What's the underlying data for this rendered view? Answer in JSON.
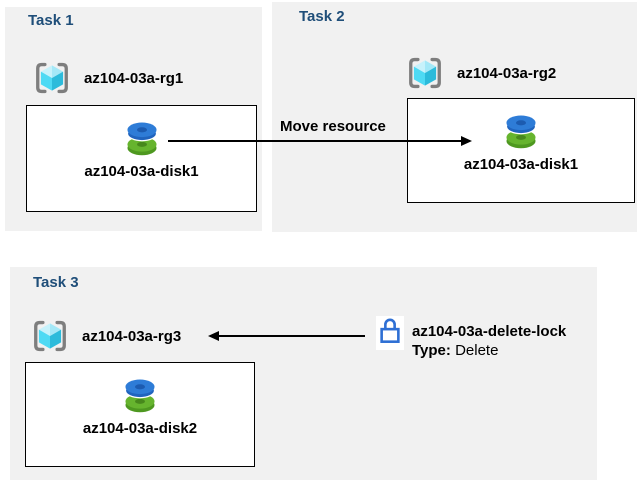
{
  "diagram": {
    "tasks": [
      {
        "title": "Task 1",
        "resource_group": "az104-03a-rg1",
        "resource": "az104-03a-disk1"
      },
      {
        "title": "Task 2",
        "resource_group": "az104-03a-rg2",
        "resource": "az104-03a-disk1"
      },
      {
        "title": "Task 3",
        "resource_group": "az104-03a-rg3",
        "resource": "az104-03a-disk2"
      }
    ],
    "move_arrow_label": "Move resource",
    "lock": {
      "name": "az104-03a-delete-lock",
      "type_label": "Type:",
      "type_value": "Delete"
    }
  },
  "icons": {
    "resource_group": "resource-group-icon",
    "disk": "disk-icon",
    "lock": "lock-icon",
    "arrow_right": "arrow-right-icon",
    "arrow_left": "arrow-left-icon"
  },
  "colors": {
    "panel_background": "#F1F1F1",
    "task_title_blue": "#1F4E79",
    "text_black": "#000000",
    "box_border": "#000000",
    "arrow_black": "#000000",
    "lock_blue": "#2E6FD4",
    "rg_bracket_gray": "#7E7E7E",
    "rg_cube_top_left": "#C7F2FB",
    "rg_cube_top_right": "#A4E8F7",
    "rg_cube_left": "#4EDAF4",
    "rg_cube_right": "#2CBBDB",
    "disk_blue_top": "#2E7CD7",
    "disk_blue_side": "#2064BE",
    "disk_blue_hole": "#1C5BB0",
    "disk_green_top": "#66B42E",
    "disk_green_side": "#4E9820",
    "disk_green_hole": "#47881C"
  }
}
